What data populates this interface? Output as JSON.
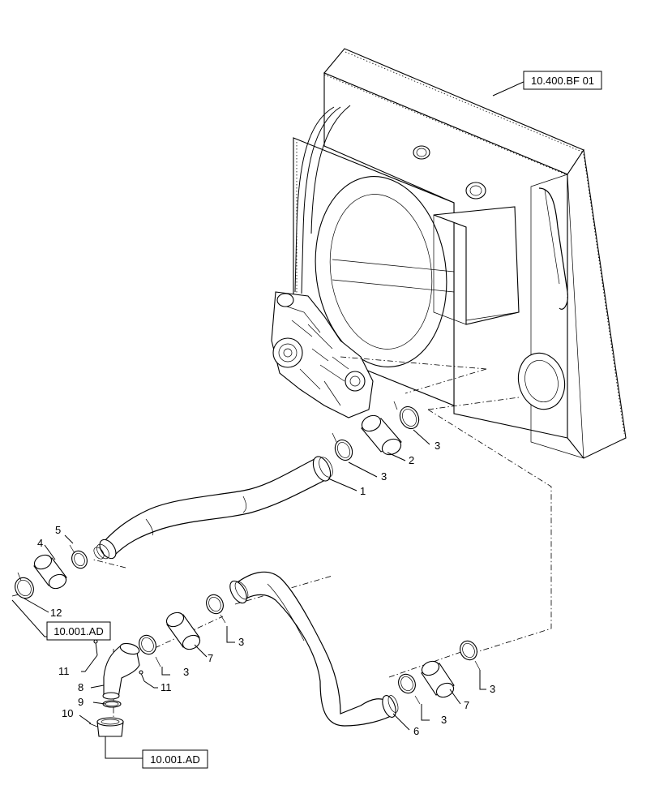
{
  "references": {
    "radiator": "10.400.BF 01",
    "left_pipe": "10.001.AD",
    "bottom_pipe": "10.001.AD"
  },
  "callouts": {
    "c1": "1",
    "c2": "2",
    "c3a": "3",
    "c3b": "3",
    "c3c": "3",
    "c3d": "3",
    "c3e": "3",
    "c3f": "3",
    "c4": "4",
    "c5": "5",
    "c6": "6",
    "c7a": "7",
    "c7b": "7",
    "c8": "8",
    "c9": "9",
    "c10": "10",
    "c11a": "11",
    "c11b": "11",
    "c12": "12"
  }
}
